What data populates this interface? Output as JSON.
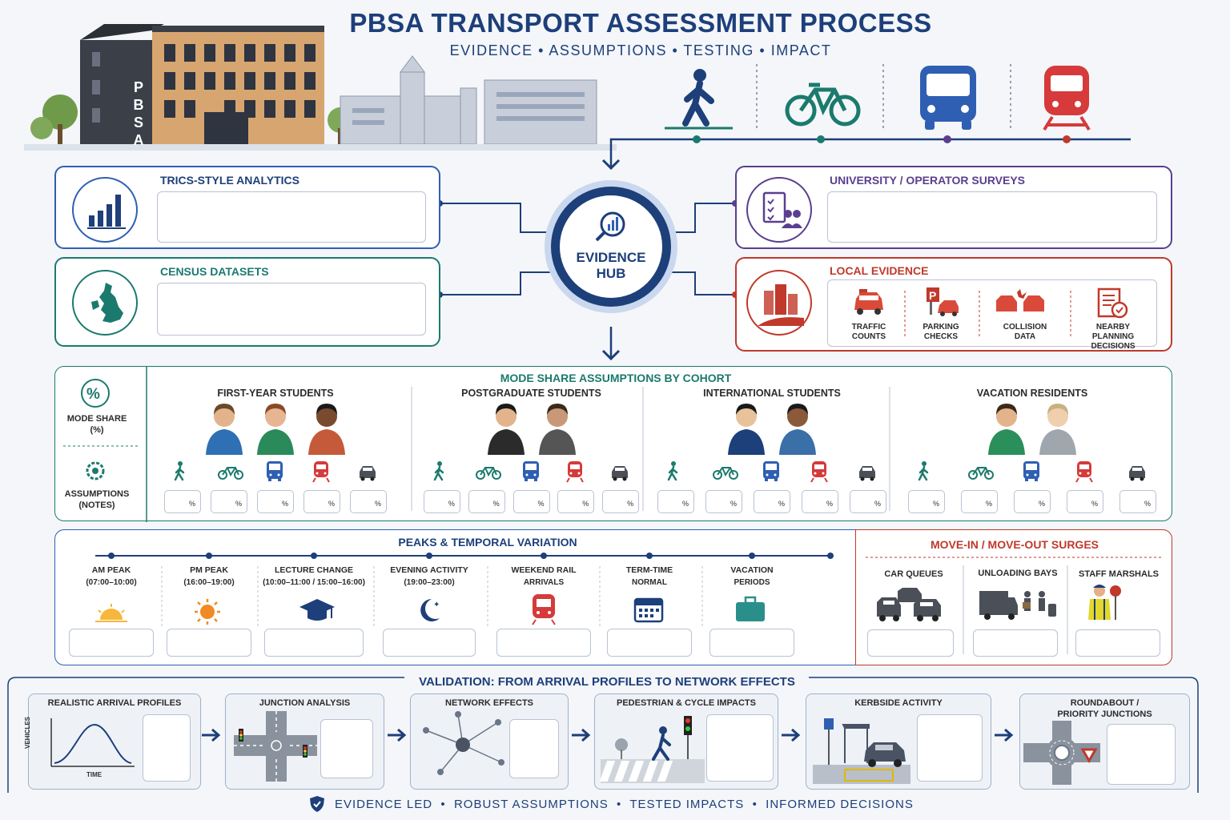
{
  "header": {
    "title": "PBSA TRANSPORT ASSESSMENT PROCESS",
    "subtitle": "EVIDENCE • ASSUMPTIONS • TESTING • IMPACT",
    "building_sign": "PBSA"
  },
  "sources": {
    "trics": {
      "title": "TRICS-STYLE ANALYTICS"
    },
    "census": {
      "title": "CENSUS DATASETS"
    },
    "surveys": {
      "title": "UNIVERSITY / OPERATOR SURVEYS"
    },
    "local": {
      "title": "LOCAL EVIDENCE",
      "items": [
        "TRAFFIC\nCOUNTS",
        "PARKING\nCHECKS",
        "COLLISION\nDATA",
        "NEARBY\nPLANNING\nDECISIONS"
      ]
    }
  },
  "hub": {
    "label": "EVIDENCE\nHUB"
  },
  "mode_share": {
    "title": "MODE SHARE ASSUMPTIONS BY COHORT",
    "side_a": "MODE SHARE\n(%)",
    "side_b": "ASSUMPTIONS\n(NOTES)",
    "unit": "%",
    "cohorts": [
      "FIRST-YEAR STUDENTS",
      "POSTGRADUATE STUDENTS",
      "INTERNATIONAL STUDENTS",
      "VACATION RESIDENTS"
    ]
  },
  "peaks": {
    "title": "PEAKS & TEMPORAL VARIATION",
    "items": [
      {
        "name": "AM PEAK",
        "time": "(07:00–10:00)"
      },
      {
        "name": "PM PEAK",
        "time": "(16:00–19:00)"
      },
      {
        "name": "LECTURE CHANGE",
        "time": "(10:00–11:00 / 15:00–16:00)"
      },
      {
        "name": "EVENING ACTIVITY",
        "time": "(19:00–23:00)"
      },
      {
        "name": "WEEKEND RAIL",
        "time": "ARRIVALS"
      },
      {
        "name": "TERM-TIME",
        "time": "NORMAL"
      },
      {
        "name": "VACATION",
        "time": "PERIODS"
      }
    ]
  },
  "surges": {
    "title": "MOVE-IN / MOVE-OUT SURGES",
    "items": [
      "CAR QUEUES",
      "UNLOADING BAYS",
      "STAFF MARSHALS"
    ]
  },
  "validation": {
    "title": "VALIDATION: FROM ARRIVAL PROFILES TO NETWORK EFFECTS",
    "steps": [
      "REALISTIC ARRIVAL PROFILES",
      "JUNCTION ANALYSIS",
      "NETWORK EFFECTS",
      "PEDESTRIAN & CYCLE IMPACTS",
      "KERBSIDE ACTIVITY",
      "ROUNDABOUT /\nPRIORITY JUNCTIONS"
    ],
    "axis_y": "VEHICLES",
    "axis_x": "TIME"
  },
  "footer": {
    "text": "EVIDENCE LED  •  ROBUST ASSUMPTIONS  •  TESTED IMPACTS  •  INFORMED DECISIONS"
  },
  "colors": {
    "navy": "#1d3f7a",
    "teal": "#1b7a6e",
    "purple": "#5a3f8f",
    "red": "#c0392b",
    "blue": "#2f5fb3"
  }
}
